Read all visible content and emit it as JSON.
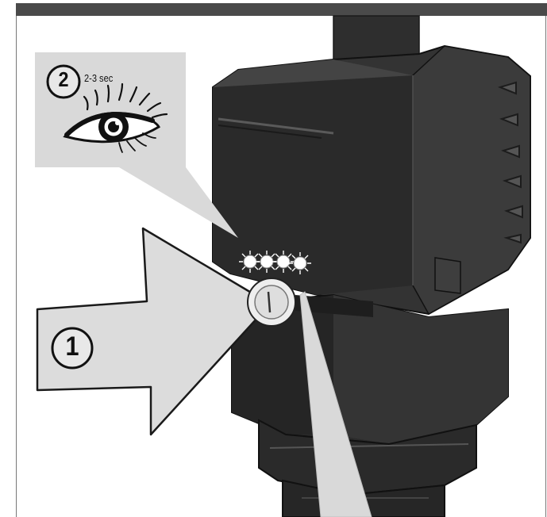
{
  "steps": {
    "step1": "1",
    "step2": "2"
  },
  "duration_text": "2-3 sec",
  "icons": {
    "eye": "eye-icon",
    "arrow": "push-arrow",
    "light": "blinking-light"
  },
  "colors": {
    "device_dark": "#2b2b2b",
    "device_mid": "#3a3a3a",
    "callout_gray": "#d9d9d9",
    "arrow_gray": "#dcdcdc",
    "topbar": "#4a4a4a"
  }
}
